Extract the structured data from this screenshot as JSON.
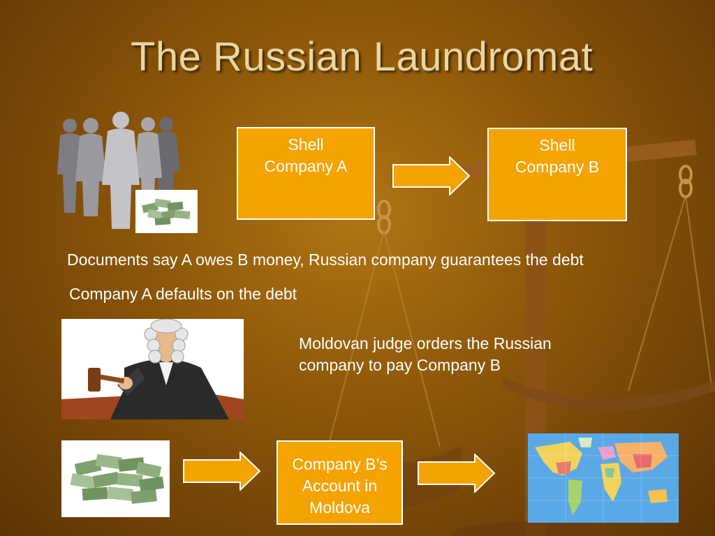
{
  "slide": {
    "title": "The Russian Laundromat",
    "shell_a": [
      "Shell",
      "Company A"
    ],
    "shell_b": [
      "Shell",
      "Company B"
    ],
    "line1": "Documents say A owes B money, Russian company guarantees the debt",
    "line2": "Company A defaults on the debt",
    "judge_text": [
      "Moldovan judge orders the Russian",
      "company to pay Company B"
    ],
    "account": [
      "Company B’s",
      "Account in",
      "Moldova"
    ]
  },
  "images": {
    "people": "group-of-people-silhouettes",
    "money_small": "pile-of-money",
    "judge": "judge-with-gavel",
    "money_large": "pile-of-money",
    "world_map": "world-map"
  },
  "colors": {
    "box_fill": "#f5a300",
    "title": "#e8d6a3",
    "background": "#8a5509"
  }
}
